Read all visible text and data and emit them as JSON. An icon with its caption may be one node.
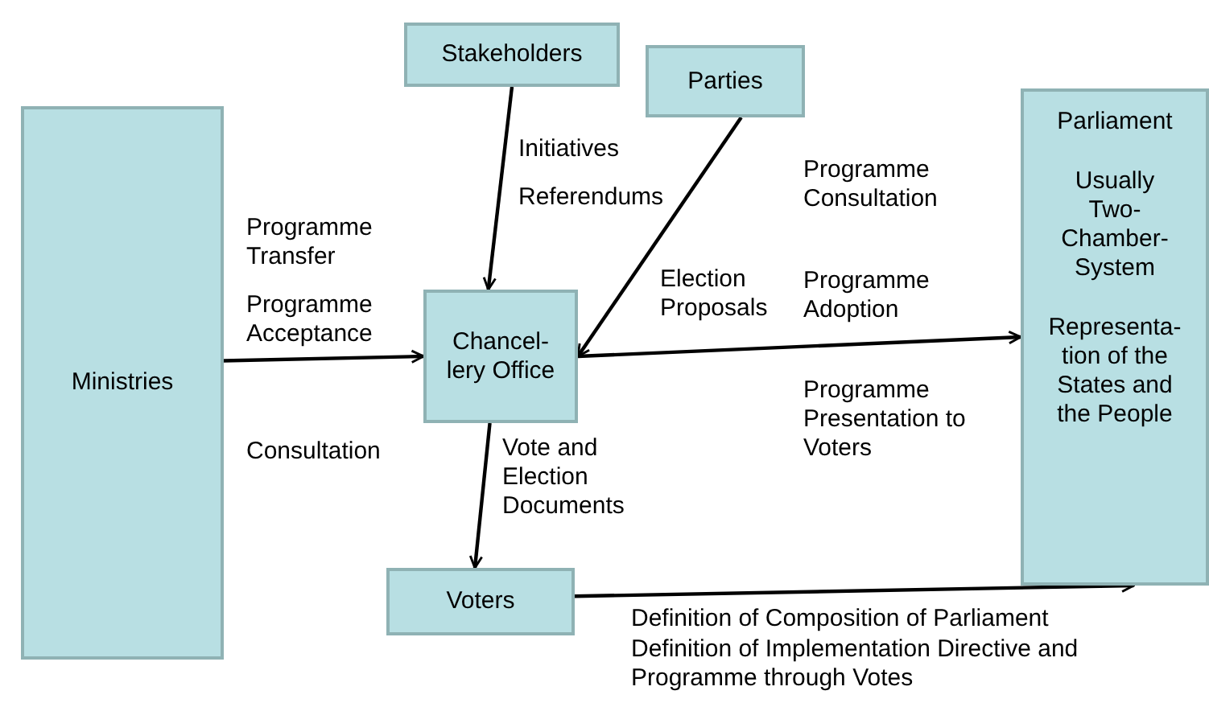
{
  "diagram": {
    "nodes": [
      {
        "text": [
          "Stakeholders"
        ]
      },
      {
        "text": [
          "Parties"
        ]
      },
      {
        "text": [
          "Ministries"
        ]
      },
      {
        "text": [
          "Chancel- lery Office"
        ]
      },
      {
        "text": [
          "Parliament",
          "Usually Two- Chamber- System",
          "Representa- tion of the States and the People"
        ]
      },
      {
        "text": [
          "Voters"
        ]
      }
    ],
    "edges": [
      {
        "from": 0,
        "to": 3,
        "arrow": "to",
        "label": "Initiatives Referendums"
      },
      {
        "from": 1,
        "to": 3,
        "arrow": "to",
        "label": "Election Proposals"
      },
      {
        "from": 2,
        "to": 3,
        "arrow": "to"
      },
      {
        "from": 3,
        "to": 4,
        "arrow": "to"
      },
      {
        "from": 3,
        "to": 5,
        "arrow": "to",
        "label": "Vote and Election Documents"
      },
      {
        "from": 5,
        "to": 4,
        "arrow": "to",
        "label": "Definition of Composition of Parliament"
      }
    ],
    "labels": [
      "Programme Transfer",
      "Programme Acceptance",
      "Consultation",
      "Programme Consultation",
      "Programme Adoption",
      "Programme Presentation to Voters",
      "Definition of Implementation Directive and Programme through Votes"
    ]
  }
}
